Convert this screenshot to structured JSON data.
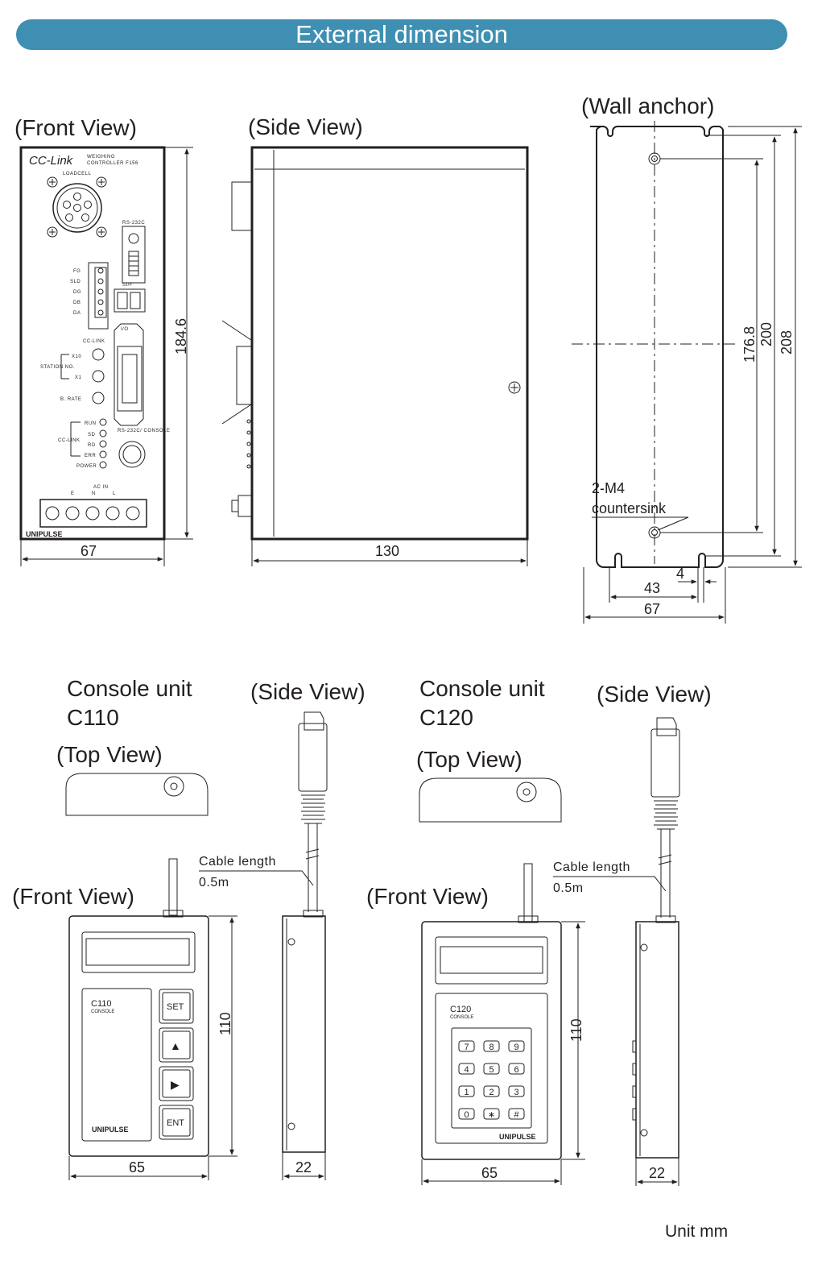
{
  "header": {
    "title": "External dimension"
  },
  "weighing_controller": {
    "front_view_label": "(Front View)",
    "side_view_label": "(Side View)",
    "wall_anchor_label": "(Wall anchor)",
    "panel": {
      "network_logo": "CC-Link",
      "model_line1": "WEIGHING",
      "model_line2": "CONTROLLER F156",
      "loadcell": "LOADCELL",
      "rs232c": "RS-232C",
      "terminal_labels": [
        "FG",
        "SLD",
        "DG",
        "DB",
        "DA"
      ],
      "si_f": "SI/F",
      "cc_link": "CC-LINK",
      "io": "I/O",
      "station_no": "STATION NO.",
      "x10": "X10",
      "x1": "X1",
      "b_rate": "B. RATE",
      "led_group": "CC-LINK",
      "leds": [
        "RUN",
        "SD",
        "RD",
        "ERR",
        "POWER"
      ],
      "rs232c_console": "RS-232C/ CONSOLE",
      "ac_in": "AC IN",
      "power_terminals": [
        "E",
        "N",
        "L"
      ],
      "brand": "UNIPULSE"
    },
    "dims": {
      "front_height": "184.6",
      "front_width": "67",
      "side_depth": "130",
      "anchor_hole_pitch": "176.8",
      "anchor_slot_pitch": "200",
      "anchor_height": "208",
      "anchor_slot_spacing": "43",
      "anchor_slot_width": "4",
      "anchor_width": "67"
    },
    "screw_note_1": "2-M4",
    "screw_note_2": "countersink"
  },
  "c110": {
    "title_line1": "Console unit",
    "title_line2": "C110",
    "top_view_label": "(Top View)",
    "side_view_label": "(Side View)",
    "front_view_label": "(Front View)",
    "cable_label": "Cable length",
    "cable_value": "0.5m",
    "model": "C110",
    "console": "CONSOLE",
    "keys": [
      "SET",
      "▲",
      "▶",
      "ENT"
    ],
    "brand": "UNIPULSE",
    "dims": {
      "height": "110",
      "width": "65",
      "depth": "22"
    }
  },
  "c120": {
    "title_line1": "Console unit",
    "title_line2": "C120",
    "top_view_label": "(Top View)",
    "side_view_label": "(Side View)",
    "front_view_label": "(Front View)",
    "cable_label": "Cable length",
    "cable_value": "0.5m",
    "model": "C120",
    "console": "CONSOLE",
    "keys": [
      "7",
      "8",
      "9",
      "4",
      "5",
      "6",
      "1",
      "2",
      "3",
      "0",
      "∗",
      "#"
    ],
    "brand": "UNIPULSE",
    "dims": {
      "height": "110",
      "width": "65",
      "depth": "22"
    }
  },
  "footer": {
    "unit": "Unit mm"
  },
  "colors": {
    "banner": "#3f8fb3",
    "line": "#231f20",
    "background": "#ffffff"
  }
}
